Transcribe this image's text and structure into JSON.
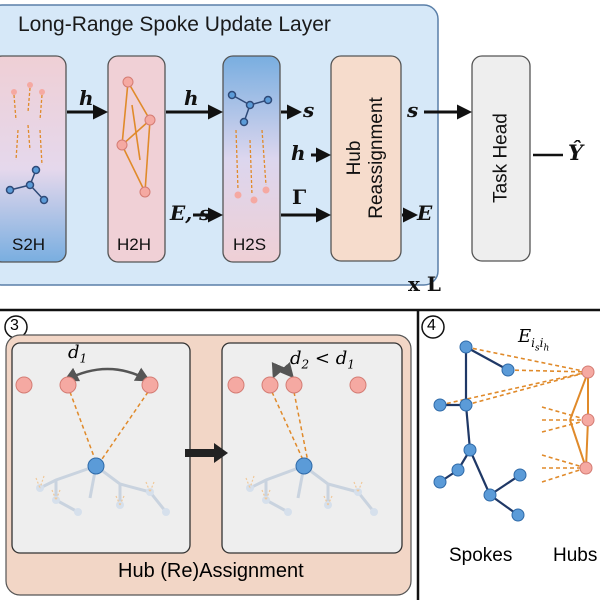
{
  "top": {
    "title": "Long-Range Spoke Update Layer",
    "blocks": {
      "s2h": "S2H",
      "h2h": "H2H",
      "h2s": "H2S"
    },
    "hub_reassign": [
      "Hub",
      "Reassignment"
    ],
    "task_head": "Task Head",
    "edge_labels": {
      "h_1": "h",
      "h_2": "h",
      "s_out": "s",
      "h_in": "h",
      "es_in": "E, s",
      "gamma": "Γ",
      "e_out": "E",
      "s_to_head": "s"
    },
    "output_label": "Ŷ",
    "repeat": "x L"
  },
  "panel3": {
    "number": "3",
    "d1": "d",
    "d1_sub": "1",
    "d2": "d",
    "d2_sub": "2",
    "lt": " < ",
    "caption": "Hub (Re)Assignment"
  },
  "panel4": {
    "number": "4",
    "edge_label": "E",
    "edge_sub": "i",
    "edge_subsub_s": "s",
    "edge_sub2": "i",
    "edge_subsub_h": "h",
    "spokes": "Spokes",
    "hubs": "Hubs"
  },
  "colors": {
    "top_bg": "#d6e8f8",
    "block_pink": "#f0d0d6",
    "block_blue": "#7fb1e0",
    "hub_box": "#f6dccc",
    "task_box": "#eeeeee",
    "panel3_bg": "#f2d6c6",
    "hub_node": "#f5a9a2",
    "spoke_node": "#5b9bd8",
    "dashed": "#e08a2a"
  }
}
